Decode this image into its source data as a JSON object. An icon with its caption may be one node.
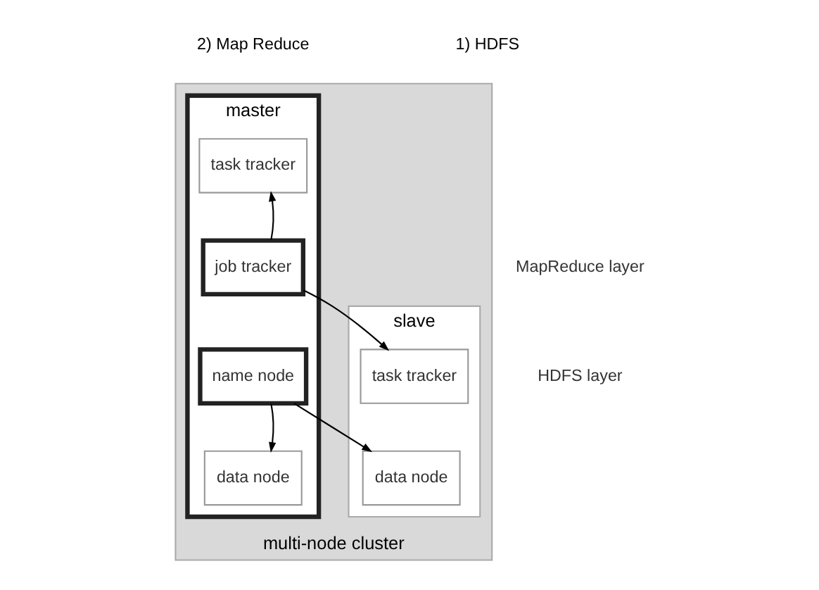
{
  "diagram": {
    "nodes": [
      {
        "text": [
          "multi-node cluster"
        ]
      },
      {
        "text": [
          "master"
        ],
        "in": 0
      },
      {
        "text": [
          "task tracker"
        ],
        "in": 1
      },
      {
        "text": [
          "job tracker"
        ],
        "in": 1
      },
      {
        "text": [
          "name node"
        ],
        "in": 1
      },
      {
        "text": [
          "data node"
        ],
        "in": 1
      },
      {
        "text": [
          "slave"
        ],
        "in": 0
      },
      {
        "text": [
          "task tracker"
        ],
        "in": 6
      },
      {
        "text": [
          "data node"
        ],
        "in": 6
      }
    ],
    "edges": [
      {
        "from": 3,
        "to": 2,
        "arrow": "to"
      },
      {
        "from": 3,
        "to": 7,
        "arrow": "to"
      },
      {
        "from": 4,
        "to": 5,
        "arrow": "to"
      },
      {
        "from": 4,
        "to": 8,
        "arrow": "to"
      }
    ],
    "labels": [
      "1) HDFS",
      "2) Map Reduce",
      "MapReduce layer",
      "HDFS layer"
    ]
  }
}
